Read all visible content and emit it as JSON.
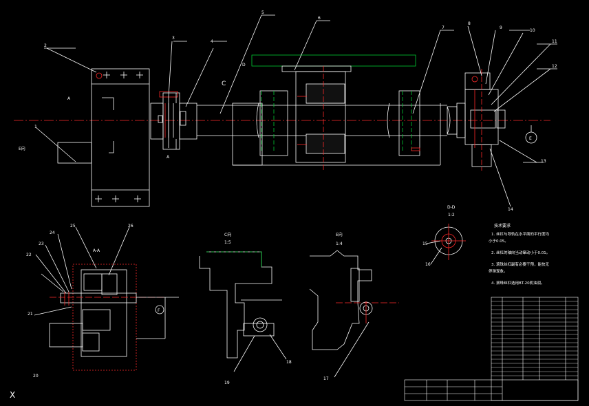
{
  "drawing": {
    "colors": {
      "background": "#000000",
      "line": "#ffffff",
      "centerline": "#ff2a2a",
      "green": "#00cc33",
      "hatch": "#ff2a2a"
    },
    "balloons": [
      "1",
      "2",
      "3",
      "4",
      "5",
      "6",
      "7",
      "8",
      "9",
      "10",
      "11",
      "12",
      "13",
      "14",
      "15",
      "16",
      "17",
      "18",
      "19",
      "20",
      "21",
      "22",
      "23",
      "24",
      "25",
      "26"
    ],
    "view_labels": {
      "a_top": "A",
      "a_bottom": "A",
      "c_main": "C",
      "e_dir": "E向",
      "e_circle": "E",
      "aa": "A-A",
      "c_view": "C向",
      "c_scale": "1:5",
      "e_view": "E向",
      "e_scale": "1:4",
      "dd": "D-D",
      "dd_scale": "1:2",
      "d_mark": "D",
      "f_circle": "F"
    },
    "notes": {
      "title": "技术要求",
      "lines": [
        "1. 丝杠与导轨在水平面的平行度均",
        "小于0.05。",
        "2. 丝杠的轴向当动窜动小于0.01。",
        "3. 滚珠丝杠副有必要干预，能快无",
        "停滞现象。",
        "4. 滚珠丝杠选用BT-20机油润。"
      ]
    },
    "origin_mark": "X"
  }
}
